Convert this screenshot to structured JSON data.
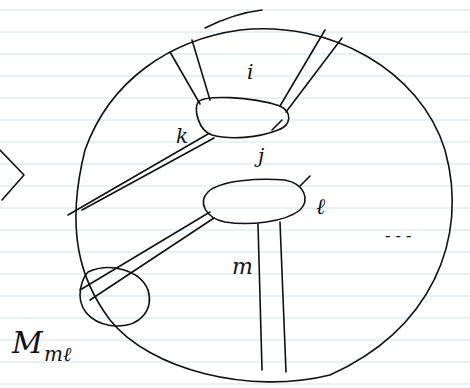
{
  "diagram": {
    "labels": [
      "i",
      "k",
      "j",
      "ℓ",
      "m",
      "- - -",
      "M",
      "mℓ"
    ]
  }
}
